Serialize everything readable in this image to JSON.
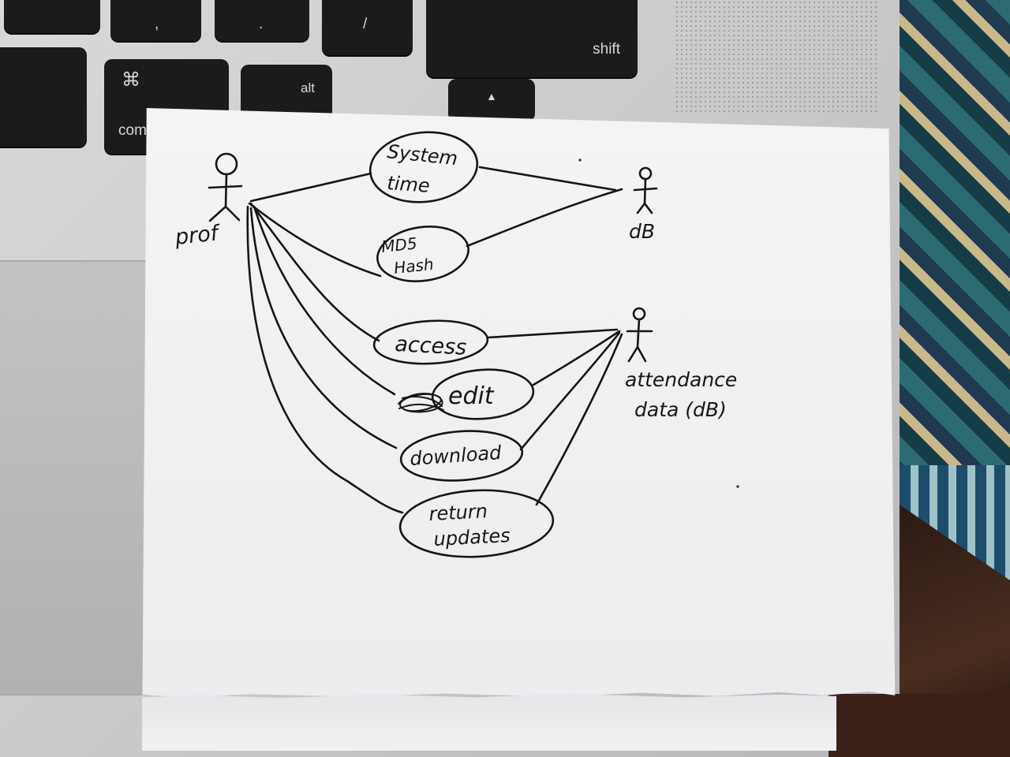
{
  "keyboard": {
    "keys": [
      "shift",
      "⌘",
      "com",
      "alt",
      "▲"
    ]
  },
  "diagram": {
    "actors": {
      "prof": "prof",
      "db": "dB",
      "attendance_line1": "attendance",
      "attendance_line2": "data (dB)"
    },
    "use_cases": {
      "system_time_line1": "System",
      "system_time_line2": "time",
      "md5_line1": "MD5",
      "md5_line2": "Hash",
      "access": "access",
      "edit": "edit",
      "download": "download",
      "return_line1": "return",
      "return_line2": "updates"
    }
  }
}
